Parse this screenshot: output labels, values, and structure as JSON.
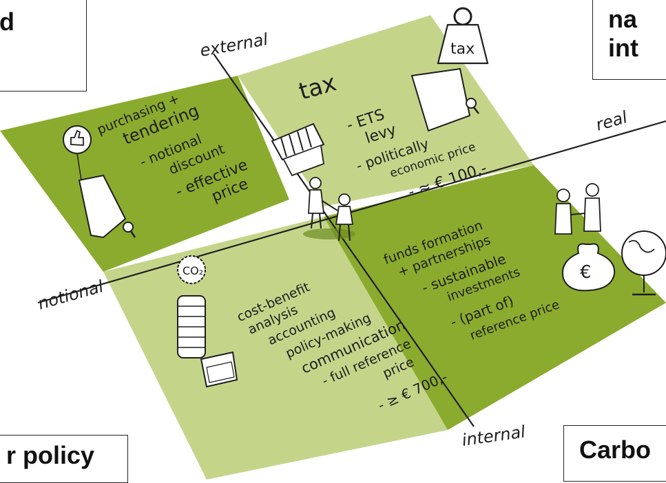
{
  "colors": {
    "dark_green": "#8bab2e",
    "light_green": "#c4d58a",
    "ink": "#1e1e1e"
  },
  "axes": {
    "top": "external",
    "bottom": "internal",
    "left": "notional",
    "right": "real"
  },
  "quadrants": {
    "top_left": {
      "lines": [
        "purchasing +",
        "tendering",
        "- notional",
        "discount",
        "- effective",
        "price"
      ]
    },
    "top_right": {
      "title": "tax",
      "lines": [
        "- ETS",
        "levy",
        "- politically",
        "economic price",
        "- ≈ € 100,-"
      ]
    },
    "bottom_left": {
      "lines": [
        "cost-benefit",
        "analysis",
        "accounting",
        "policy-making",
        "communication",
        "- full reference",
        "price",
        "- ≥ € 700,-"
      ]
    },
    "bottom_right": {
      "lines": [
        "funds formation",
        "+ partnerships",
        "- sustainable",
        "investments",
        "- (part of)",
        "reference price"
      ]
    }
  },
  "illustrations": {
    "weight_label": "tax",
    "co2_label": "CO₂",
    "moneybag_label": "€"
  },
  "boxes": {
    "top_left": "d",
    "top_right_line1": "na",
    "top_right_line2": "int",
    "bottom_left": "r policy",
    "bottom_right": "Carbo"
  }
}
